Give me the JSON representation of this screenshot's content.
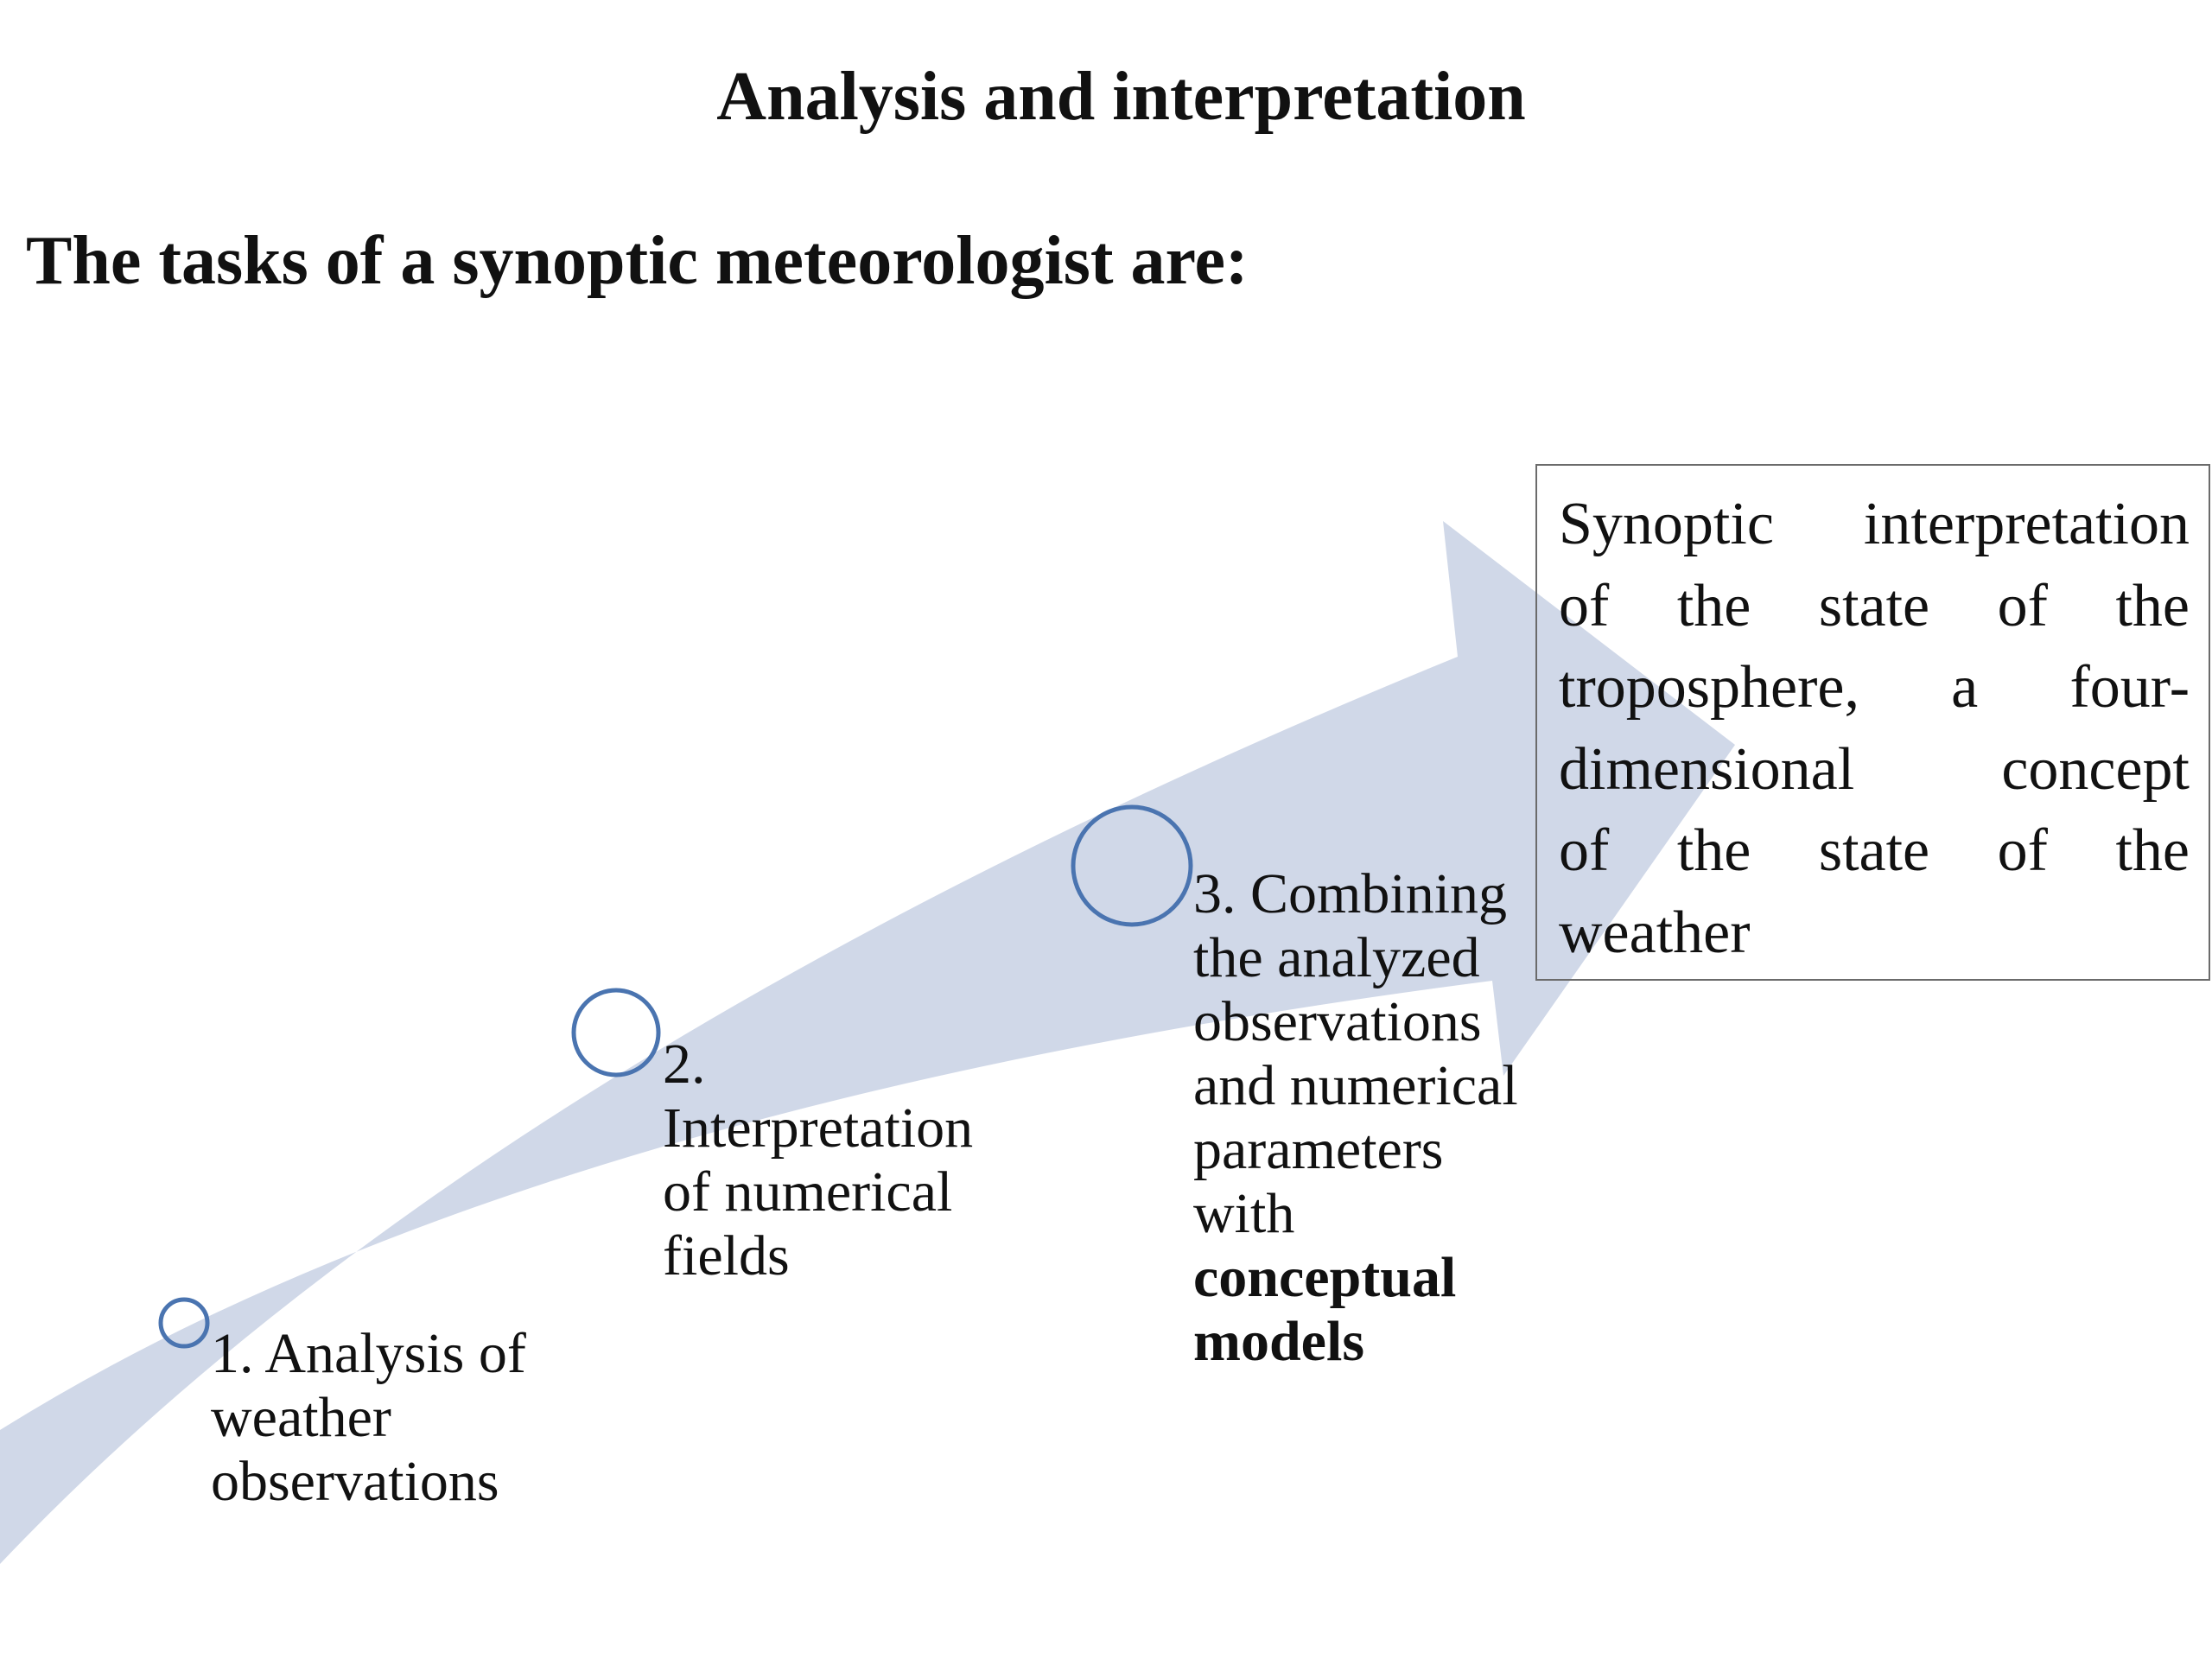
{
  "title": "Analysis and interpretation",
  "subtitle": "The tasks of a synoptic meteorologist are:",
  "arrow_color": "#d0d8e8",
  "circle_stroke": "#4a74b0",
  "steps": [
    {
      "number": "1.",
      "lines": [
        "1. Analysis of",
        "weather",
        "observations"
      ]
    },
    {
      "number": "2.",
      "lines": [
        "2.",
        "Interpretation",
        "of numerical",
        "fields"
      ]
    },
    {
      "number": "3.",
      "lines": [
        "3. Combining",
        "the analyzed",
        "observations",
        "and numerical",
        "parameters",
        "with"
      ],
      "bold_lines": [
        "conceptual",
        "models"
      ]
    }
  ],
  "result": {
    "lines": [
      [
        "Synoptic",
        "interpretation"
      ],
      [
        "of",
        "the",
        "state",
        "of",
        "the"
      ],
      [
        "troposphere,",
        "a",
        "four-"
      ],
      [
        "dimensional",
        "concept"
      ],
      [
        "of",
        "the",
        "state",
        "of",
        "the"
      ],
      [
        "weather"
      ]
    ]
  }
}
